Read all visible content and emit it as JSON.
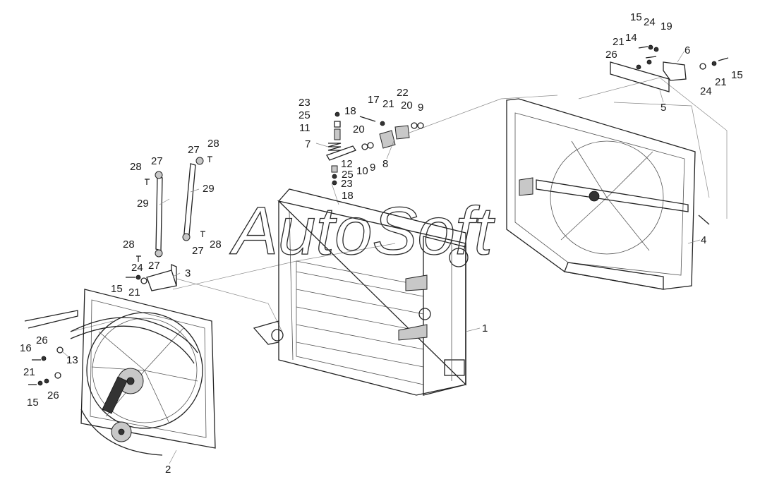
{
  "watermark": "AutoSoft",
  "callouts": {
    "c1": "1",
    "c2": "2",
    "c3": "3",
    "c4": "4",
    "c5": "5",
    "c6": "6",
    "c7": "7",
    "c8": "8",
    "c9a": "9",
    "c9b": "9",
    "c10": "10",
    "c11": "11",
    "c12": "12",
    "c13": "13",
    "c14": "14",
    "c15a": "15",
    "c15b": "15",
    "c15c": "15",
    "c15d": "15",
    "c16": "16",
    "c17": "17",
    "c18a": "18",
    "c18b": "18",
    "c19": "19",
    "c20a": "20",
    "c20b": "20",
    "c21a": "21",
    "c21b": "21",
    "c21c": "21",
    "c21d": "21",
    "c21e": "21",
    "c22": "22",
    "c23a": "23",
    "c23b": "23",
    "c24a": "24",
    "c24b": "24",
    "c24c": "24",
    "c25a": "25",
    "c25b": "25",
    "c26a": "26",
    "c26b": "26",
    "c26c": "26",
    "c27a": "27",
    "c27b": "27",
    "c27c": "27",
    "c27d": "27",
    "c28a": "28",
    "c28b": "28",
    "c28c": "28",
    "c28d": "28",
    "c29a": "29",
    "c29b": "29"
  }
}
